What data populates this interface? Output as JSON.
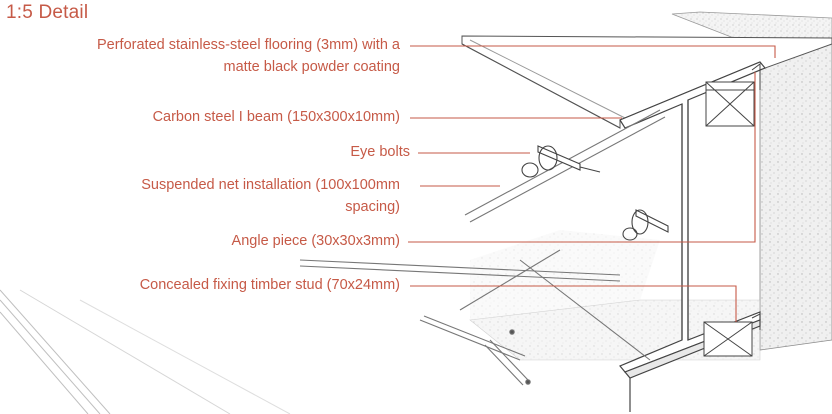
{
  "title": "1:5 Detail",
  "accent_color": "#c65a47",
  "labels": [
    {
      "id": "flooring",
      "lines": [
        "Perforated stainless-steel flooring (3mm) with a",
        "matte black powder coating"
      ]
    },
    {
      "id": "ibeam",
      "lines": [
        "Carbon steel I beam (150x300x10mm)"
      ]
    },
    {
      "id": "eyebolts",
      "lines": [
        "Eye bolts"
      ]
    },
    {
      "id": "net",
      "lines": [
        "Suspended net installation (100x100mm",
        "spacing)"
      ]
    },
    {
      "id": "angle",
      "lines": [
        "Angle piece (30x30x3mm)"
      ]
    },
    {
      "id": "stud",
      "lines": [
        "Concealed fixing timber stud (70x24mm)"
      ]
    }
  ]
}
